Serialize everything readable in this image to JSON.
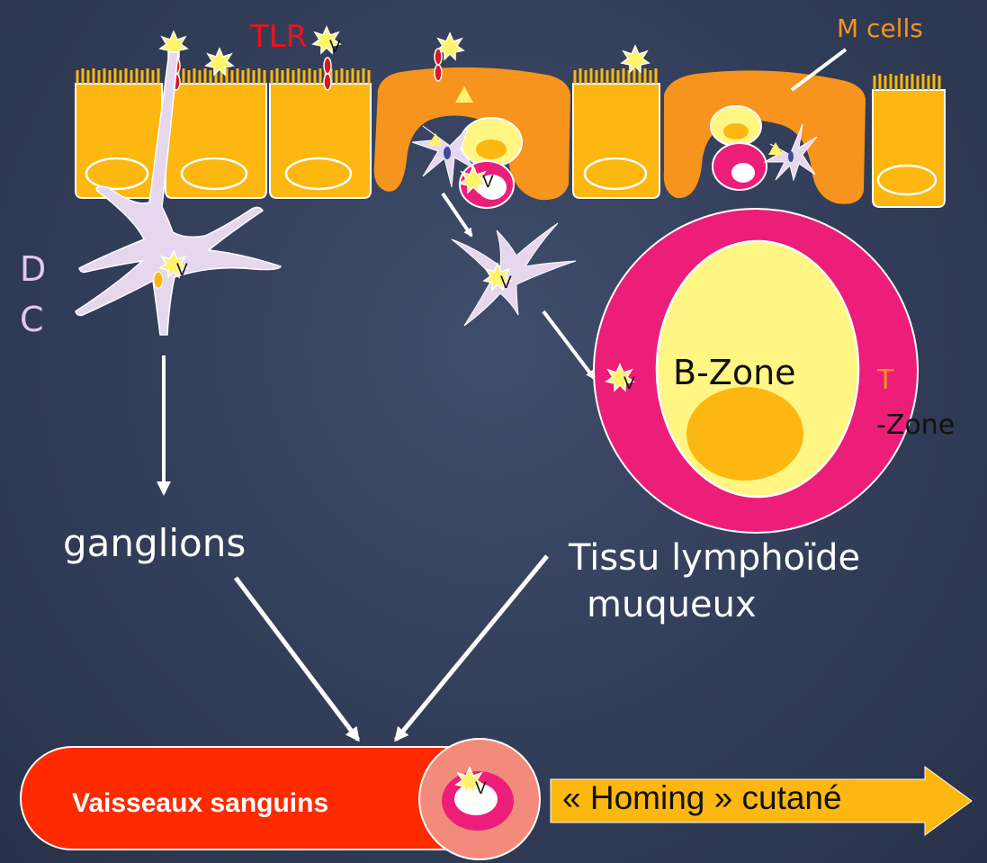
{
  "labels": {
    "tlr": "TLR",
    "m_cells": "M cells",
    "dc_d": "D",
    "dc_c": "C",
    "b_zone": "B-Zone",
    "t_zone_t": "T",
    "t_zone_rest": "-Zone",
    "ganglions": "ganglions",
    "tissu_line1": "Tissu lymphoïde",
    "tissu_line2": "muqueux",
    "vaisseaux": "Vaisseaux sanguins",
    "homing": "« Homing » cutané",
    "virus": "V"
  },
  "colors": {
    "background": "#323d58",
    "epithelial_cell": "#fcb711",
    "m_cell": "#f7941d",
    "dendritic_cell": "#e6d7ef",
    "virus": "#fff36b",
    "tlr_receptor": "#d71920",
    "b_zone": "#fff684",
    "t_zone": "#ec1e79",
    "germinal_center": "#fcb711",
    "vessel": "#ff2a00",
    "homing_arrow": "#fcb711",
    "tlr_text": "#e8141c",
    "m_cells_text": "#f7941d",
    "dc_text": "#e0c9ef"
  }
}
